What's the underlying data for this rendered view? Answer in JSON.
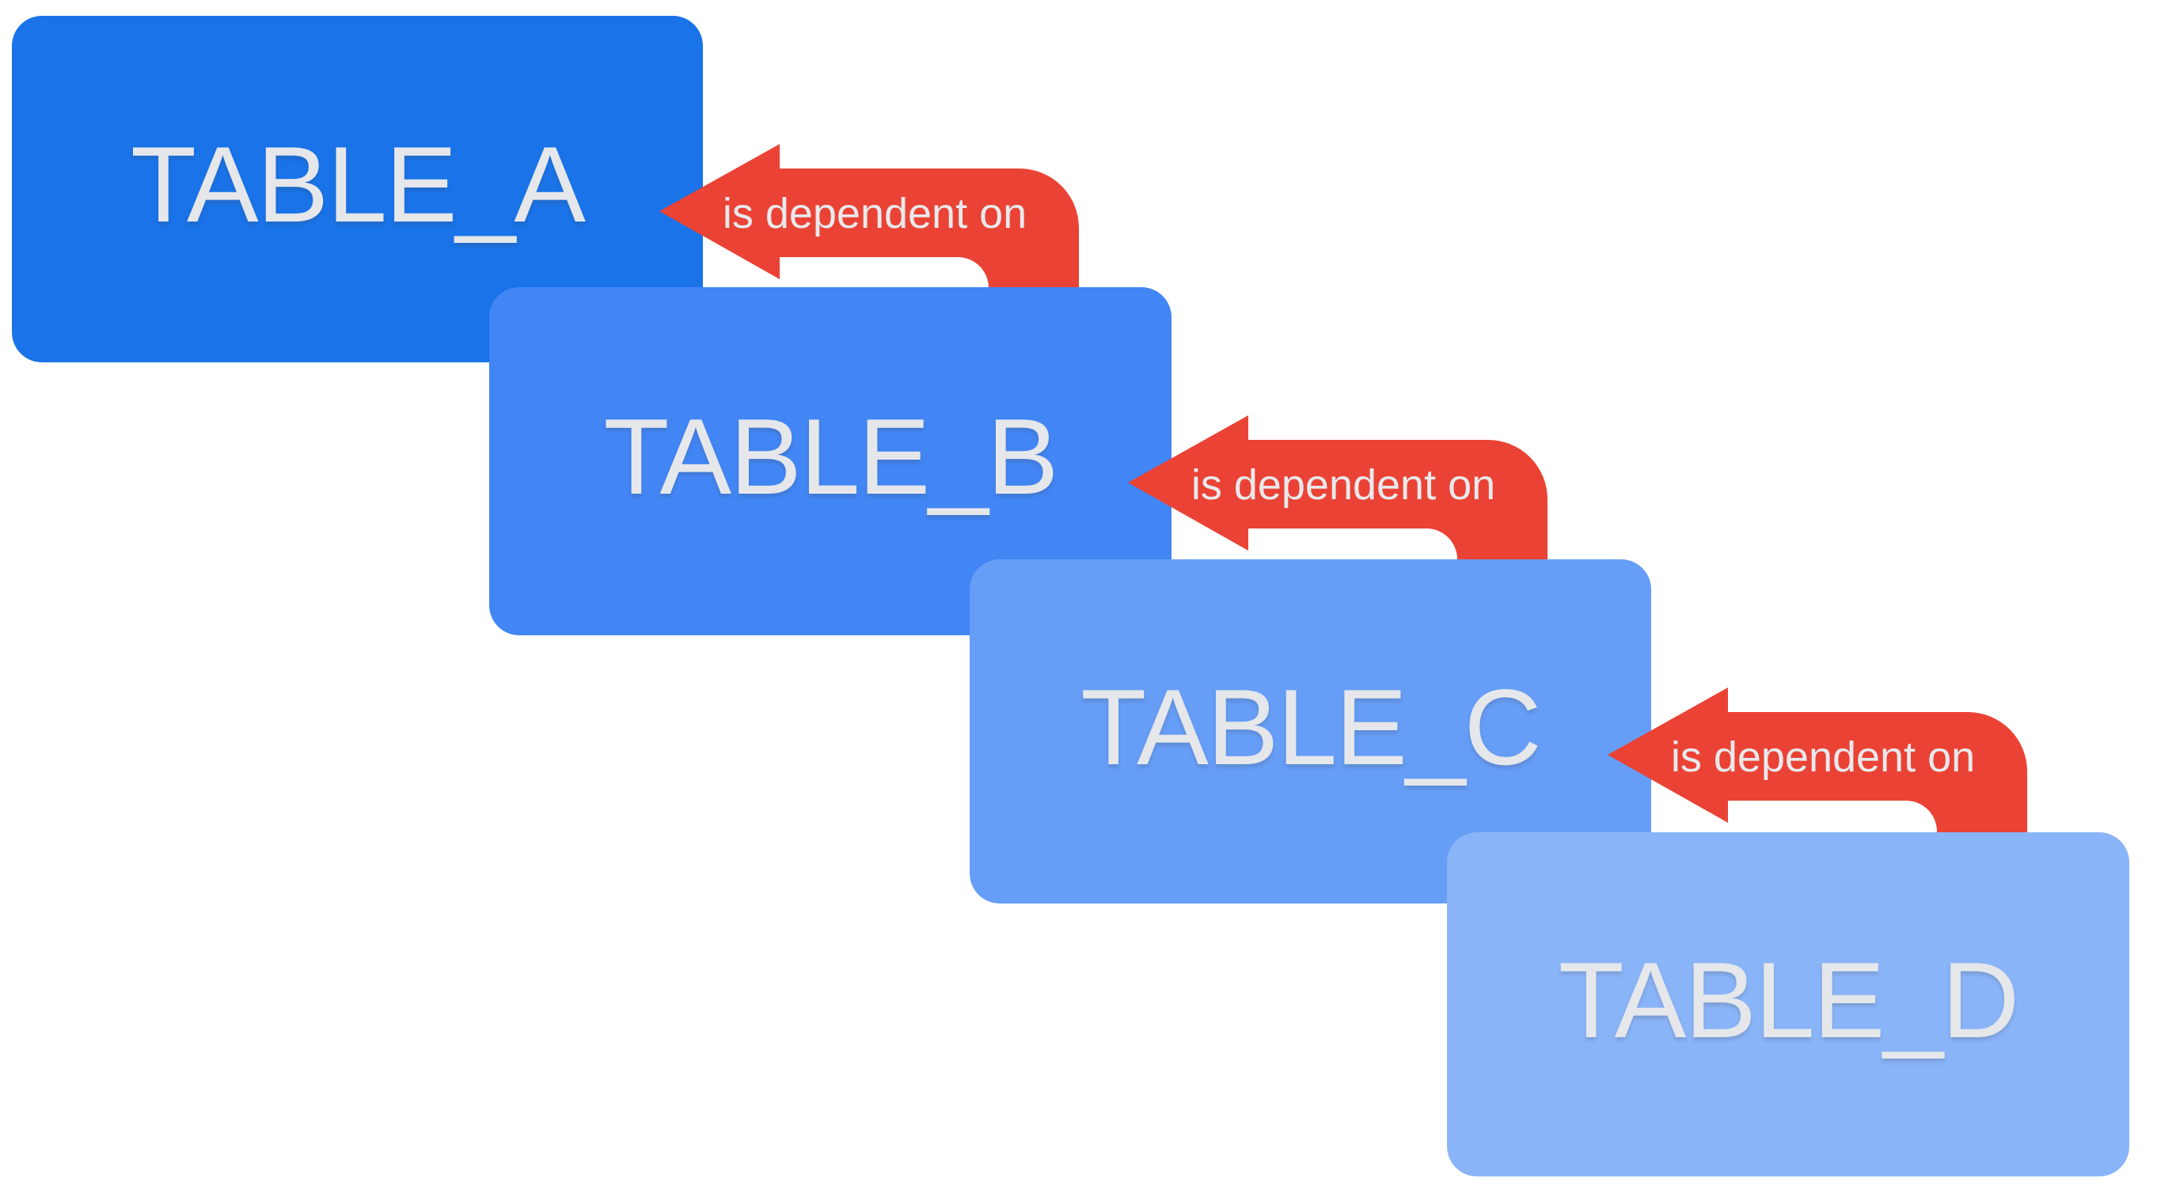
{
  "diagram": {
    "title": "table-dependency-diagram",
    "background_color": "#FFFFFF",
    "relation_label": "is dependent on",
    "arrow_color": "#EA4335",
    "arrow_label_color": "#E8E9EC",
    "node_label_color": "#E5E7EA",
    "tables": [
      {
        "name": "TABLE_A",
        "color": "#1A73E8"
      },
      {
        "name": "TABLE_B",
        "color": "#4285F4"
      },
      {
        "name": "TABLE_C",
        "color": "#669DF6"
      },
      {
        "name": "TABLE_D",
        "color": "#8AB4F8"
      }
    ],
    "edges": [
      {
        "from": "TABLE_B",
        "to": "TABLE_A",
        "label": "is dependent on"
      },
      {
        "from": "TABLE_C",
        "to": "TABLE_B",
        "label": "is dependent on"
      },
      {
        "from": "TABLE_D",
        "to": "TABLE_C",
        "label": "is dependent on"
      }
    ]
  }
}
